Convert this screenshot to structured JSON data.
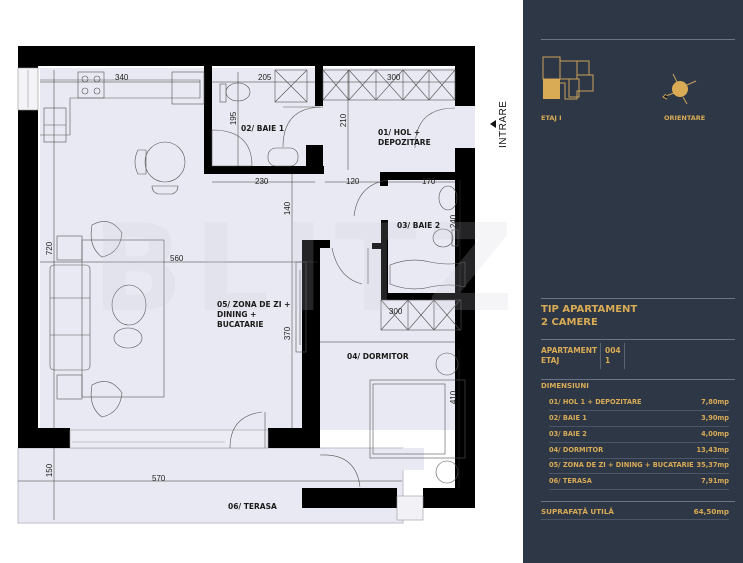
{
  "plan": {
    "entrance_label": "INTRARE",
    "rooms": [
      {
        "id": "01",
        "label": "01/ HOL +\nDEPOZITARE"
      },
      {
        "id": "02",
        "label": "02/ BAIE 1"
      },
      {
        "id": "03",
        "label": "03/ BAIE 2"
      },
      {
        "id": "04",
        "label": "04/ DORMITOR"
      },
      {
        "id": "05",
        "label": "05/ ZONA DE ZI +\nDINING +\nBUCATARIE"
      },
      {
        "id": "06",
        "label": "06/ TERASA"
      }
    ],
    "dimensions": {
      "kitchen_width": "340",
      "bath1_width": "205",
      "hall_storage_width": "300",
      "bath1_depth": "195",
      "hall_depth": "210",
      "living_top_left": "230",
      "corridor_width": "120",
      "bath2_width": "170",
      "bath2_depth": "240",
      "living_corridor": "140",
      "living_depth": "720",
      "living_width": "560",
      "bedroom_wardrobe": "300",
      "living_lower": "370",
      "bedroom_depth": "410",
      "terrace_depth": "150",
      "terrace_width": "570"
    },
    "watermark": "BLITZ"
  },
  "panel": {
    "floor_plan_label": "ETAJ I",
    "orientation_label": "ORIENTARE",
    "type_title_line1": "TIP APARTAMENT",
    "type_title_line2": "2 CAMERE",
    "apartment_label": "APARTAMENT",
    "apartment_value": "004",
    "floor_label": "ETAJ",
    "floor_value": "1",
    "dimensions_header": "DIMENSIUNI",
    "rooms": [
      {
        "name": "01/ HOL 1 + DEPOZITARE",
        "area": "7,80mp"
      },
      {
        "name": "02/ BAIE 1",
        "area": "3,90mp"
      },
      {
        "name": "03/ BAIE 2",
        "area": "4,00mp"
      },
      {
        "name": "04/ DORMITOR",
        "area": "13,43mp"
      },
      {
        "name": "05/ ZONA DE ZI + DINING + BUCATARIE",
        "area": "35,37mp"
      },
      {
        "name": "06/ TERASA",
        "area": "7,91mp"
      }
    ],
    "total_label": "SUPRAFAȚĂ UTILĂ",
    "total_value": "64,50mp",
    "colors": {
      "background": "#2e3746",
      "accent": "#d9ab55",
      "rule": "#6b7585"
    }
  }
}
